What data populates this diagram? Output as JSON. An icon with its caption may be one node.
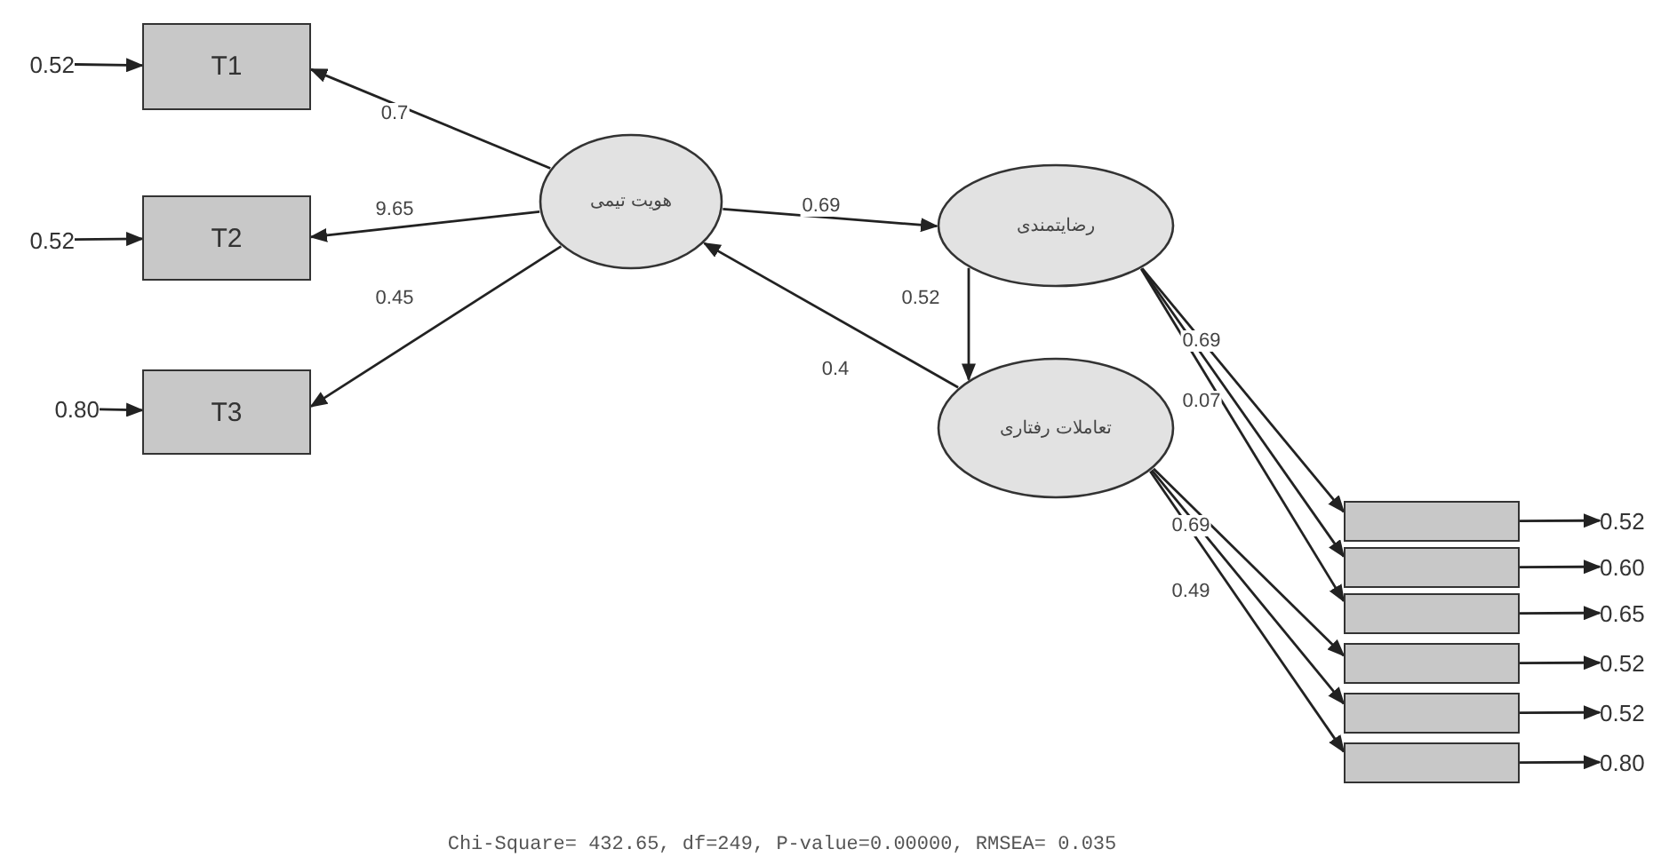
{
  "diagram": {
    "caption": "Chi-Square= 432.65, df=249, P-value=0.00000, RMSEA= 0.035",
    "nodes": [
      {
        "text": [
          "T1"
        ]
      },
      {
        "text": [
          "T2"
        ]
      },
      {
        "text": [
          "T3"
        ]
      },
      {
        "text": [
          "هویت تیمی"
        ]
      },
      {
        "text": [
          "رضایتمندی"
        ]
      },
      {
        "text": [
          "تعاملات رفتاری"
        ]
      },
      {
        "text": [],
        "shape": "box"
      },
      {
        "text": [],
        "shape": "box"
      },
      {
        "text": [],
        "shape": "box"
      },
      {
        "text": [],
        "shape": "box"
      },
      {
        "text": [],
        "shape": "box"
      },
      {
        "text": [],
        "shape": "box"
      },
      {
        "text": [
          "0.52"
        ]
      },
      {
        "text": [
          "0.52"
        ]
      },
      {
        "text": [
          "0.80"
        ]
      },
      {
        "text": [
          "0.52"
        ]
      },
      {
        "text": [
          "0.60"
        ]
      },
      {
        "text": [
          "0.65"
        ]
      },
      {
        "text": [
          "0.52"
        ]
      },
      {
        "text": [
          "0.52"
        ]
      },
      {
        "text": [
          "0.80"
        ]
      }
    ],
    "edges": [
      {
        "from": 12,
        "to": 0,
        "arrow": "to"
      },
      {
        "from": 13,
        "to": 1,
        "arrow": "to"
      },
      {
        "from": 14,
        "to": 2,
        "arrow": "to"
      },
      {
        "from": 3,
        "to": 0,
        "arrow": "to",
        "label": "0.7"
      },
      {
        "from": 3,
        "to": 1,
        "arrow": "to",
        "label": "9.65"
      },
      {
        "from": 3,
        "to": 2,
        "arrow": "to",
        "label": "0.45"
      },
      {
        "from": 3,
        "to": 4,
        "arrow": "to",
        "label": "0.69"
      },
      {
        "from": 5,
        "to": 3,
        "arrow": "to",
        "label": "0.4"
      },
      {
        "from": 4,
        "to": 5,
        "arrow": "to",
        "label": "0.52"
      },
      {
        "from": 4,
        "to": 6,
        "arrow": "to",
        "label": "0.69"
      },
      {
        "from": 4,
        "to": 7,
        "arrow": "to",
        "label": "0.07"
      },
      {
        "from": 4,
        "to": 8,
        "arrow": "to"
      },
      {
        "from": 5,
        "to": 9,
        "arrow": "to",
        "label": "0.69"
      },
      {
        "from": 5,
        "to": 10,
        "arrow": "to",
        "label": "0.49"
      },
      {
        "from": 5,
        "to": 11,
        "arrow": "to"
      },
      {
        "from": 6,
        "to": 15,
        "arrow": "to"
      },
      {
        "from": 7,
        "to": 16,
        "arrow": "to"
      },
      {
        "from": 8,
        "to": 17,
        "arrow": "to"
      },
      {
        "from": 9,
        "to": 18,
        "arrow": "to"
      },
      {
        "from": 10,
        "to": 19,
        "arrow": "to"
      },
      {
        "from": 11,
        "to": 20,
        "arrow": "to"
      }
    ]
  }
}
